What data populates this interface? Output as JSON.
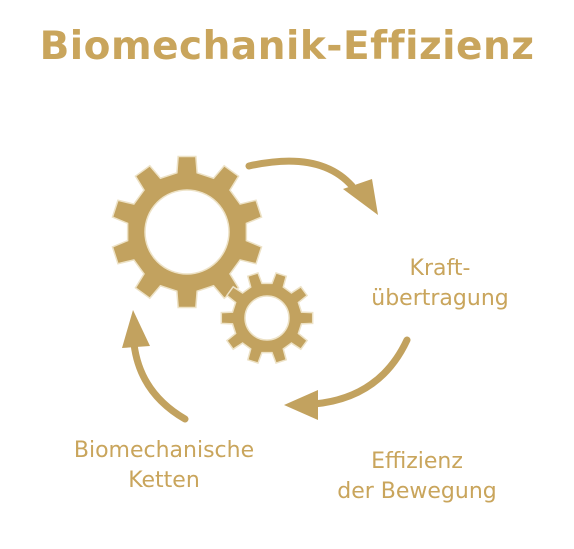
{
  "title": "Biomechanik-Effizienz",
  "colors": {
    "accent": "#c9a55c",
    "gear": "#c2a25f",
    "gear_outline": "#ede2c6"
  },
  "labels": {
    "kraft": [
      "Kraft-",
      "übertragung"
    ],
    "effizienz": [
      "Effizienz",
      "der Bewegung"
    ],
    "ketten": [
      "Biomechanische",
      "Ketten"
    ]
  },
  "icons": [
    "gear-icon",
    "gear-icon",
    "curved-arrow-icon",
    "curved-arrow-icon",
    "curved-arrow-icon"
  ]
}
